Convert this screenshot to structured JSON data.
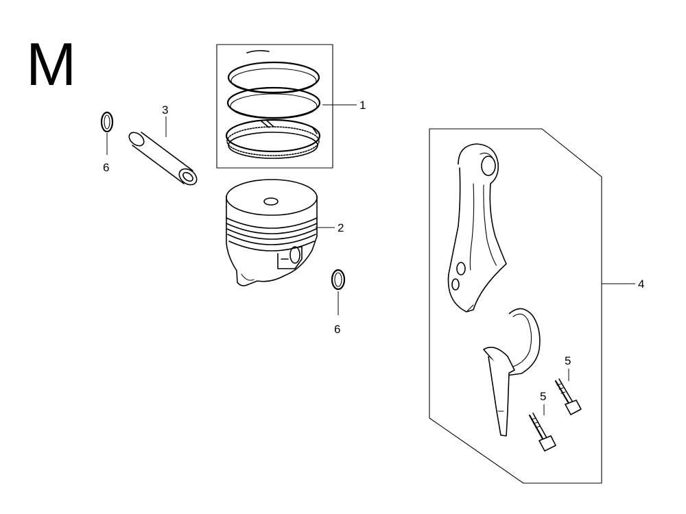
{
  "section_letter": "M",
  "callouts": {
    "piston_ring_set": "1",
    "piston": "2",
    "piston_pin": "3",
    "connecting_rod_assembly": "4",
    "rod_bolt_upper": "5",
    "rod_bolt_lower": "5",
    "pin_clip_left": "6",
    "pin_clip_right": "6"
  }
}
